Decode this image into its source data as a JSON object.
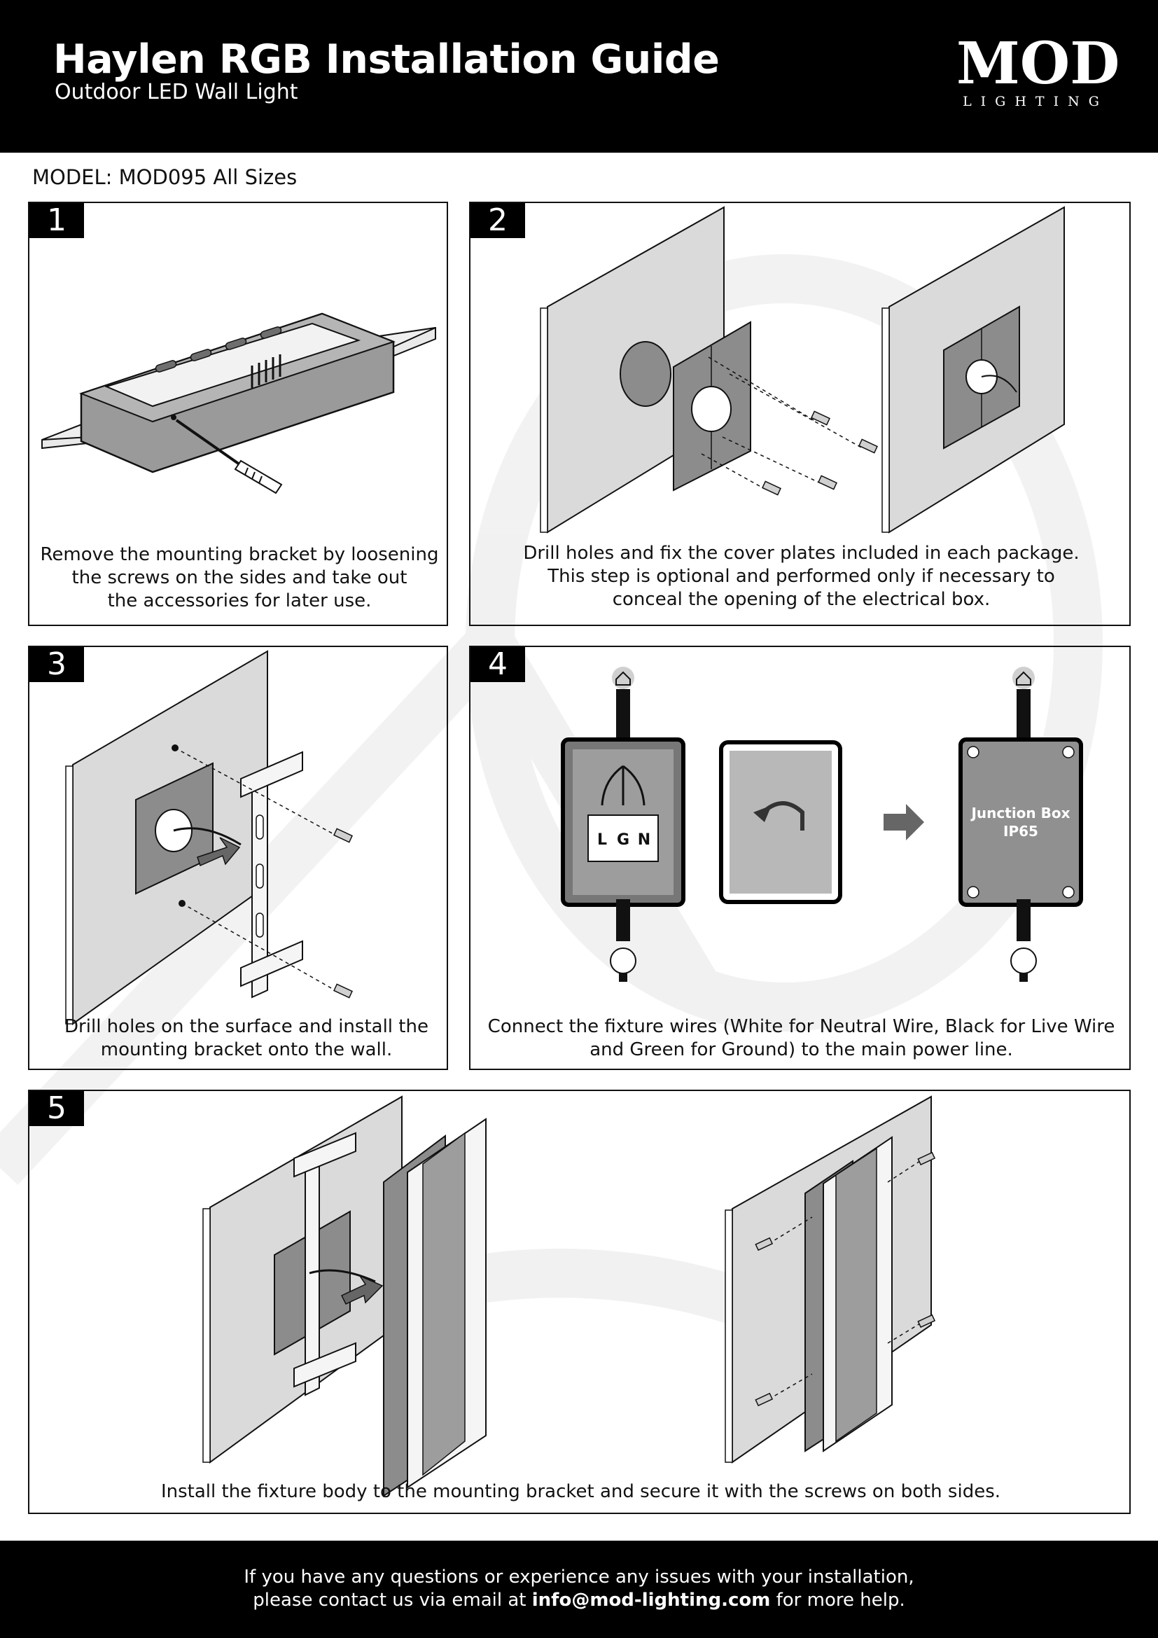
{
  "header": {
    "title": "Haylen RGB Installation Guide",
    "subtitle": "Outdoor LED Wall Light",
    "logo_main": "MOD",
    "logo_sub": "LIGHTING"
  },
  "model": "MODEL: MOD095 All Sizes",
  "steps": [
    {
      "number": "1",
      "caption": [
        "Remove the mounting bracket by loosening",
        "the screws on the sides and take out",
        "the accessories for later use."
      ]
    },
    {
      "number": "2",
      "caption": [
        "Drill holes and fix the cover plates included in each package.",
        "This step is optional and performed only if necessary to",
        "conceal the opening of the electrical box."
      ]
    },
    {
      "number": "3",
      "caption": [
        "Drill holes on the surface and install the",
        "mounting bracket onto the wall."
      ]
    },
    {
      "number": "4",
      "caption": [
        "Connect the fixture wires (White for Neutral Wire, Black for Live Wire",
        "and Green for Ground) to the main power line."
      ]
    },
    {
      "number": "5",
      "caption": [
        "Install the fixture body to the mounting bracket and secure it with the screws on both sides."
      ]
    }
  ],
  "junction": {
    "terminals": [
      "L",
      "G",
      "N"
    ],
    "box_label_1": "Junction Box",
    "box_label_2": "IP65"
  },
  "footer": {
    "line1": "If you have any questions or experience any issues with your installation,",
    "line2_pre": "please contact us via email at ",
    "email": "info@mod-lighting.com",
    "line2_post": " for more help."
  },
  "colors": {
    "header_bg": "#000000",
    "wall": "#d9d9d9",
    "plate": "#8c8c8c",
    "box": "#909090"
  }
}
